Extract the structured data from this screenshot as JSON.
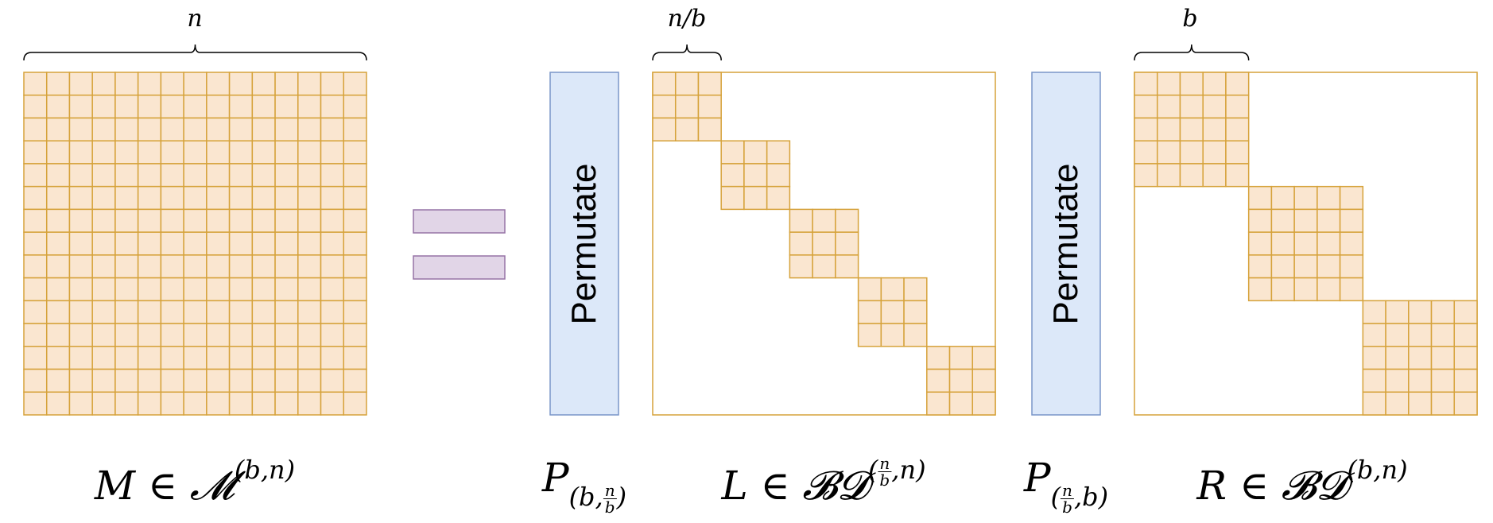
{
  "top_labels": {
    "m_width": "n",
    "l_block": "n/b",
    "r_block": "b"
  },
  "permute_label": "Permutate",
  "equations": {
    "m": {
      "lhs": "M ∈ ",
      "set": "𝓜",
      "sup": "(b,n)"
    },
    "p1": {
      "base": "P",
      "sub_a": "(b,",
      "frac_num": "n",
      "frac_den": "b",
      "sub_b": ")"
    },
    "l": {
      "lhs": "L ∈ ",
      "set": "𝓑𝓓",
      "sup_a": "(",
      "frac_num": "n",
      "frac_den": "b",
      "sup_b": ",n)"
    },
    "p2": {
      "base": "P",
      "sub_a": "(",
      "frac_num": "n",
      "frac_den": "b",
      "sub_b": ",b)"
    },
    "r": {
      "lhs": "R ∈ ",
      "set": "𝓑𝓓",
      "sup": "(b,n)"
    }
  },
  "structure": {
    "grid_cells": 15,
    "l_blocks": 5,
    "r_blocks": 3
  },
  "colors": {
    "cell_fill": "#fae6d0",
    "cell_stroke": "#d6a23a",
    "perm_fill": "#dce8f9",
    "perm_stroke": "#7a96c9",
    "equals_fill": "#e1d5e7",
    "equals_stroke": "#9673a6"
  }
}
